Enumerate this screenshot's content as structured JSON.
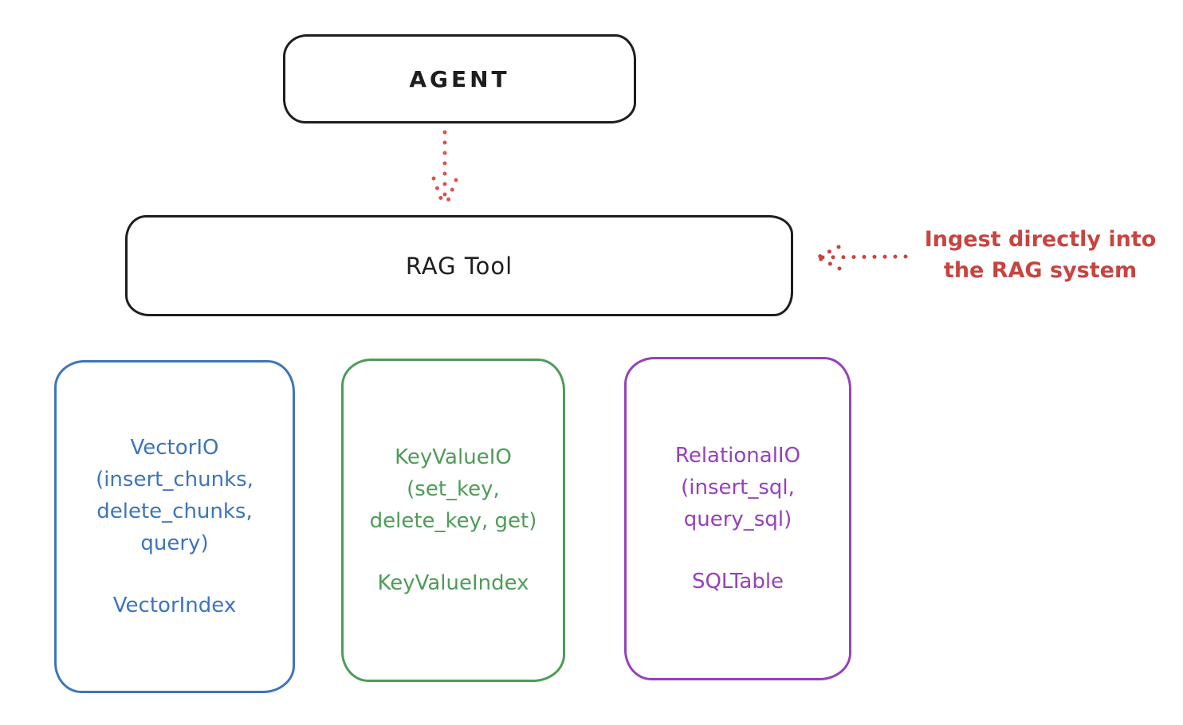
{
  "diagram": {
    "agent": {
      "label": "AGENT"
    },
    "rag_tool": {
      "label": "RAG Tool"
    },
    "annotation": {
      "line1": "Ingest directly into",
      "line2": "the RAG system"
    },
    "storage_boxes": [
      {
        "id": "vector-io",
        "lines": [
          "VectorIO",
          "(insert_chunks,",
          "delete_chunks,",
          "query)"
        ],
        "index_label": "VectorIndex",
        "color": "#3d74bd"
      },
      {
        "id": "keyvalue-io",
        "lines": [
          "KeyValueIO",
          "(set_key,",
          "delete_key, get)"
        ],
        "index_label": "KeyValueIndex",
        "color": "#4e9c57"
      },
      {
        "id": "relational-io",
        "lines": [
          "RelationalIO",
          "(insert_sql,",
          "query_sql)"
        ],
        "index_label": "SQLTable",
        "color": "#9640bc"
      }
    ],
    "colors": {
      "ink": "#1e1e1e",
      "agent_arrow_red": "#e0524a",
      "annotation_red": "#c74540",
      "vector_blue": "#3d74bd",
      "keyvalue_green": "#4e9c57",
      "relational_purple": "#9640bc"
    }
  }
}
